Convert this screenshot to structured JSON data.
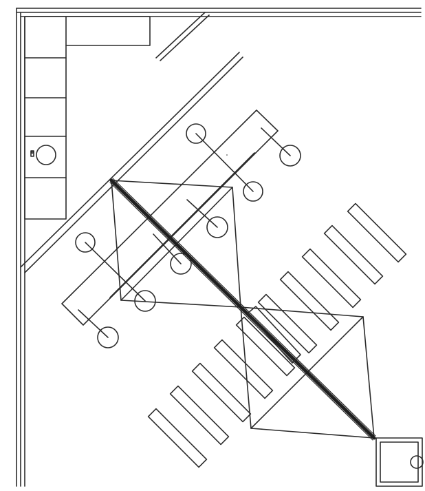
{
  "drawing": {
    "kind": "floor-plan",
    "colors": {
      "paper": "#ffffff",
      "ink": "#2b2b2b",
      "heavy_ink": "#1f1f1f"
    },
    "elements": [
      "exterior-wall-top",
      "exterior-wall-left",
      "kitchen-counter",
      "sink",
      "diagonal-partition-walls",
      "conference-tables-with-chairs",
      "pyramid-skylight-frames",
      "bench-slats",
      "bottom-right-cabinet"
    ]
  }
}
